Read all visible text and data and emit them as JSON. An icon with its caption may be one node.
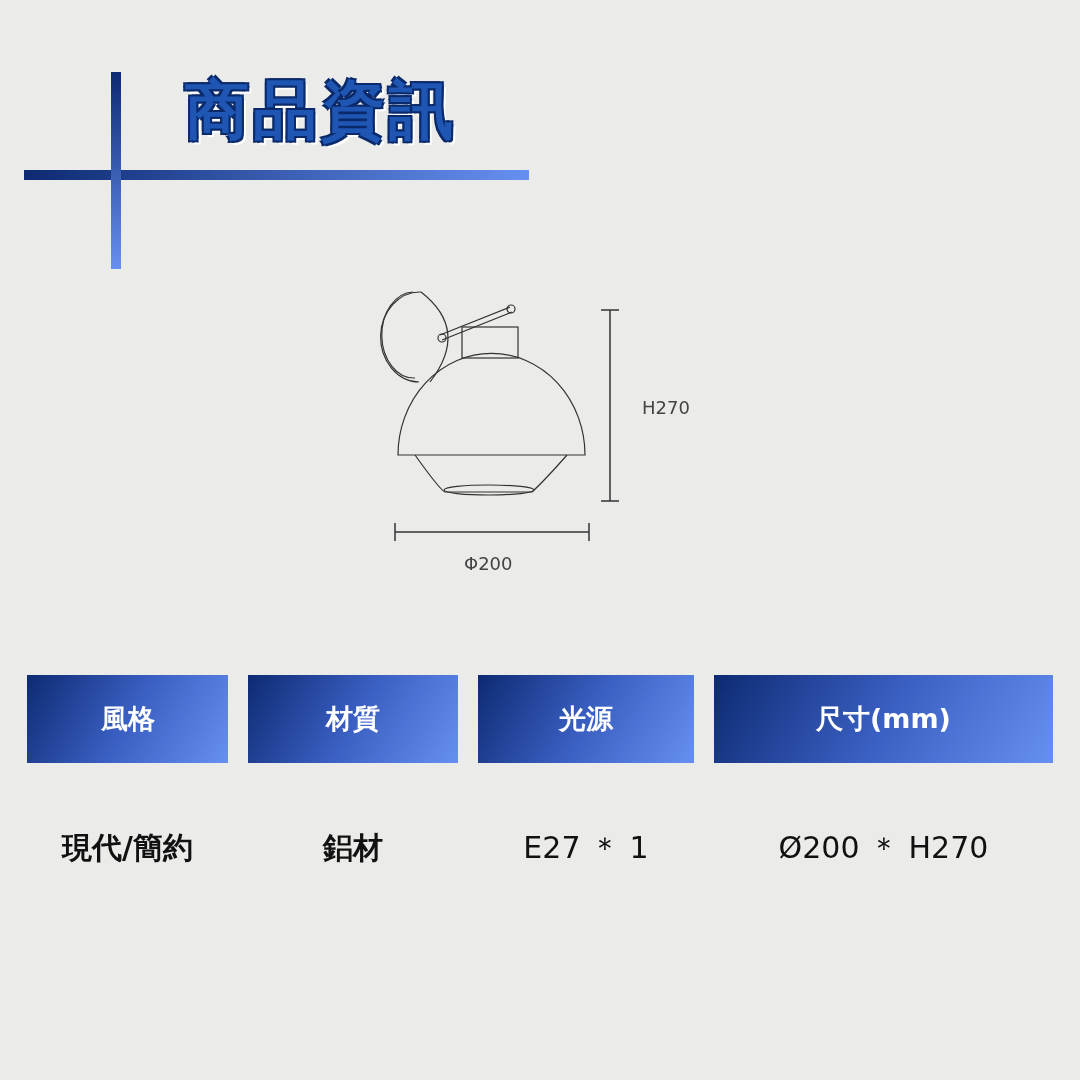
{
  "diagram": {
    "title": "商品資訊",
    "labels": [
      "H270",
      "Φ200",
      "風格",
      "材質",
      "光源",
      "尺寸(mm)",
      "現代/簡約",
      "鋁材",
      "E27 ＊ 1",
      "Ø200 ＊ H270"
    ]
  }
}
